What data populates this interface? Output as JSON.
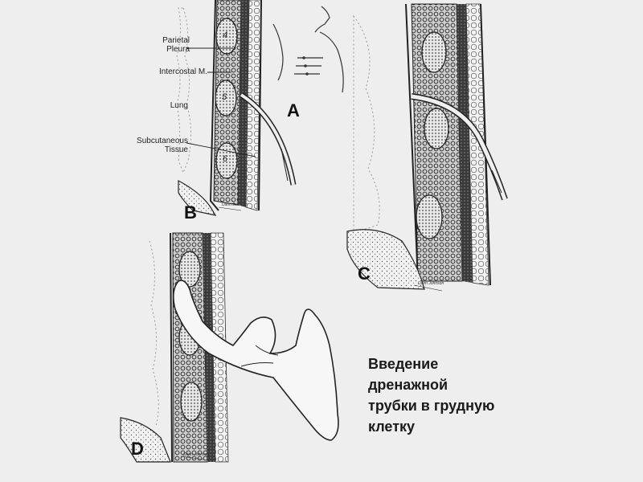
{
  "labels": {
    "parietal_pleura_1": "Parietal",
    "parietal_pleura_2": "Pleura",
    "intercostal": "Intercostal M.",
    "lung": "Lung",
    "subcutaneous_1": "Subcutaneous",
    "subcutaneous_2": "Tissue"
  },
  "rib_numbers": [
    "4",
    "5",
    "6"
  ],
  "panels": {
    "a": "A",
    "b": "B",
    "c": "C",
    "d": "D"
  },
  "signatures": {
    "b": "Dann Johnson",
    "c": "Dann Johnson",
    "d": "Dann Johnson"
  },
  "caption": {
    "line1": "Введение",
    "line2": "дренажной",
    "line3": "трубки в грудную",
    "line4": "клетку"
  },
  "colors": {
    "background": "#eeeeee",
    "ink": "#222222"
  }
}
